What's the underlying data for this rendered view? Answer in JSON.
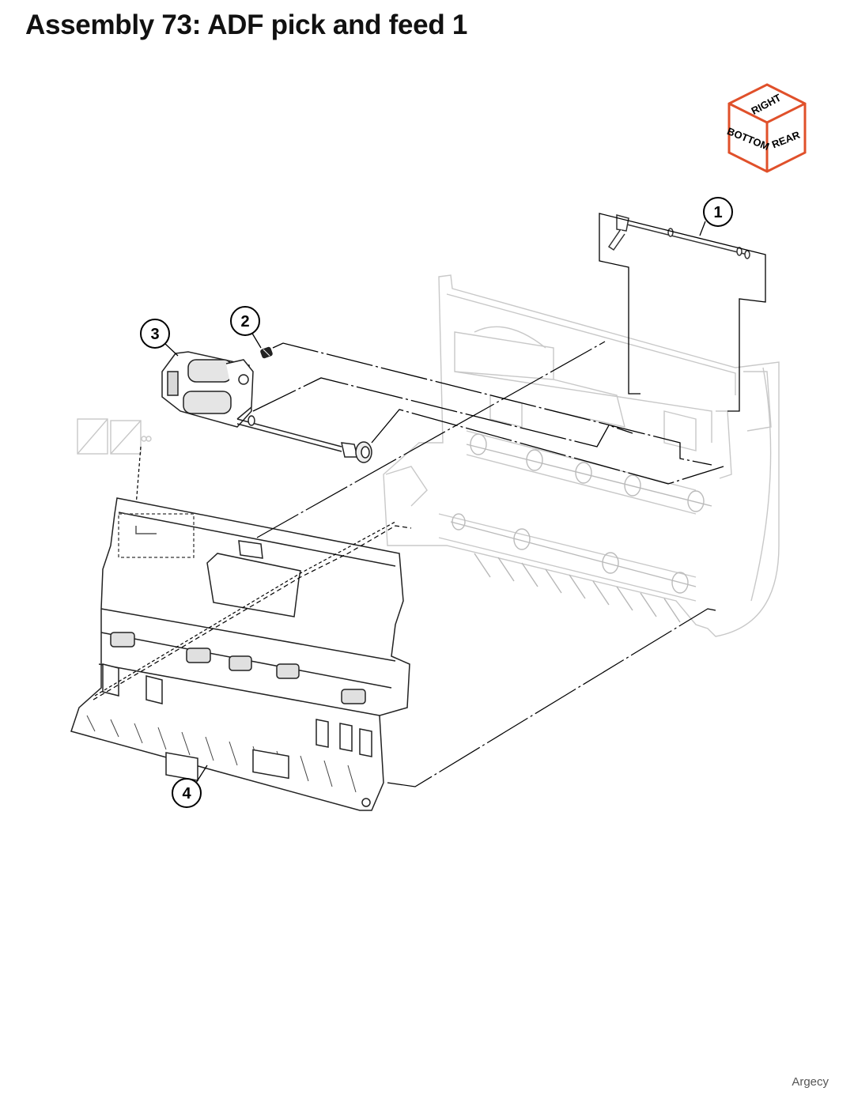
{
  "title": "Assembly 73: ADF pick and feed 1",
  "orientation_cube": {
    "top_label": "RIGHT",
    "left_label": "BOTTOM",
    "right_label": "REAR",
    "border_color": "#e0502a"
  },
  "callouts": [
    {
      "number": "1"
    },
    {
      "number": "2"
    },
    {
      "number": "3"
    },
    {
      "number": "4"
    }
  ],
  "watermark": "Argecy"
}
